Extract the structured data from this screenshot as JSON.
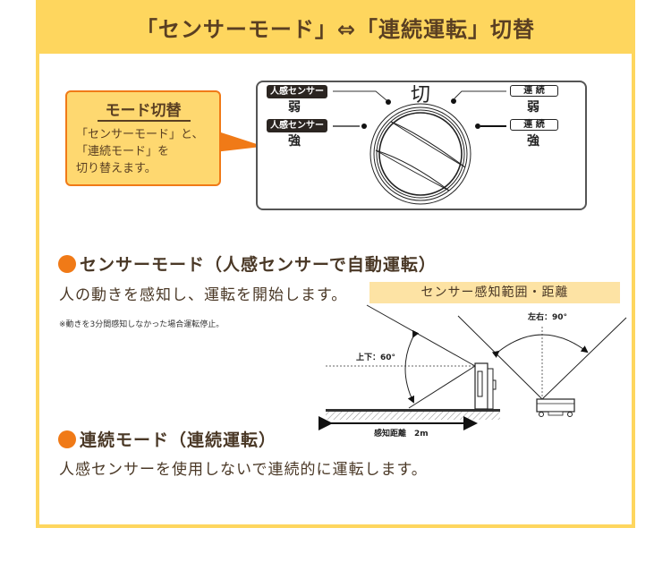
{
  "header": {
    "title": "「センサーモード」⇔「連続運転」切替"
  },
  "callout": {
    "title": "モード切替",
    "body": "「センサーモード」と、\n「連続モード」を\n切り替えます。"
  },
  "dial": {
    "off_label": "切",
    "left_top": {
      "tag": "人感センサー",
      "level": "弱"
    },
    "left_bottom": {
      "tag": "人感センサー",
      "level": "強"
    },
    "right_top": {
      "tag": "連 続",
      "level": "弱"
    },
    "right_bottom": {
      "tag": "連 続",
      "level": "強"
    }
  },
  "sensor_mode": {
    "heading": "センサーモード（人感センサーで自動運転）",
    "description": "人の動きを感知し、運転を開始します。",
    "note": "※動きを3分間感知しなかった場合運転停止。"
  },
  "range_diagram": {
    "title": "センサー感知範囲・距離",
    "vertical_angle": "上下：60°",
    "horizontal_angle": "左右：90°",
    "distance": "感知距離　2m"
  },
  "continuous_mode": {
    "heading": "連続モード（連続運転）",
    "description": "人感センサーを使用しないで連続的に運転します。"
  },
  "colors": {
    "frame_yellow": "#fed65e",
    "accent_orange": "#f07a17",
    "callout_fill": "#fed870",
    "label_band": "#fde3a4",
    "text_brown": "#4a3826"
  }
}
